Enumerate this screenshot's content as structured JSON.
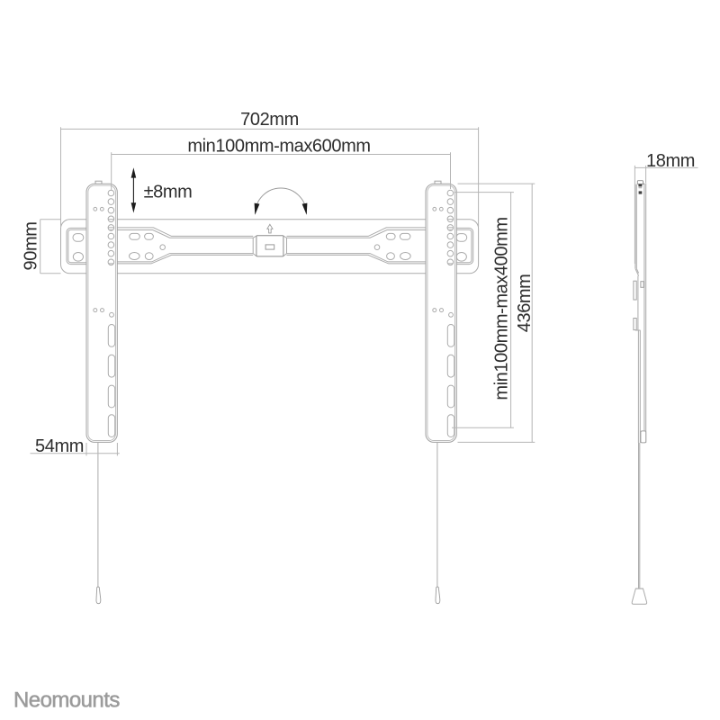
{
  "diagram": {
    "type": "technical-drawing",
    "views": {
      "front_view": "wall mount front view",
      "side_view": "wall mount side profile view"
    },
    "dimensions": {
      "total_width": "702mm",
      "horizontal_mount_range": "min100mm-max600mm",
      "height_adjustment": "±8mm",
      "rail_height": "90mm",
      "bracket_width": "54mm",
      "vertical_mount_range": "min100mm-max400mm",
      "bracket_height": "436mm",
      "profile_depth": "18mm"
    },
    "colors": {
      "background": "#ffffff",
      "line": "#ababab",
      "dimension_line": "#b5b5b5",
      "text": "#2d2d2d",
      "arrow_black": "#1c1c1c",
      "logo": "#9b9b9b"
    }
  },
  "branding": {
    "logo": "Neomounts"
  }
}
